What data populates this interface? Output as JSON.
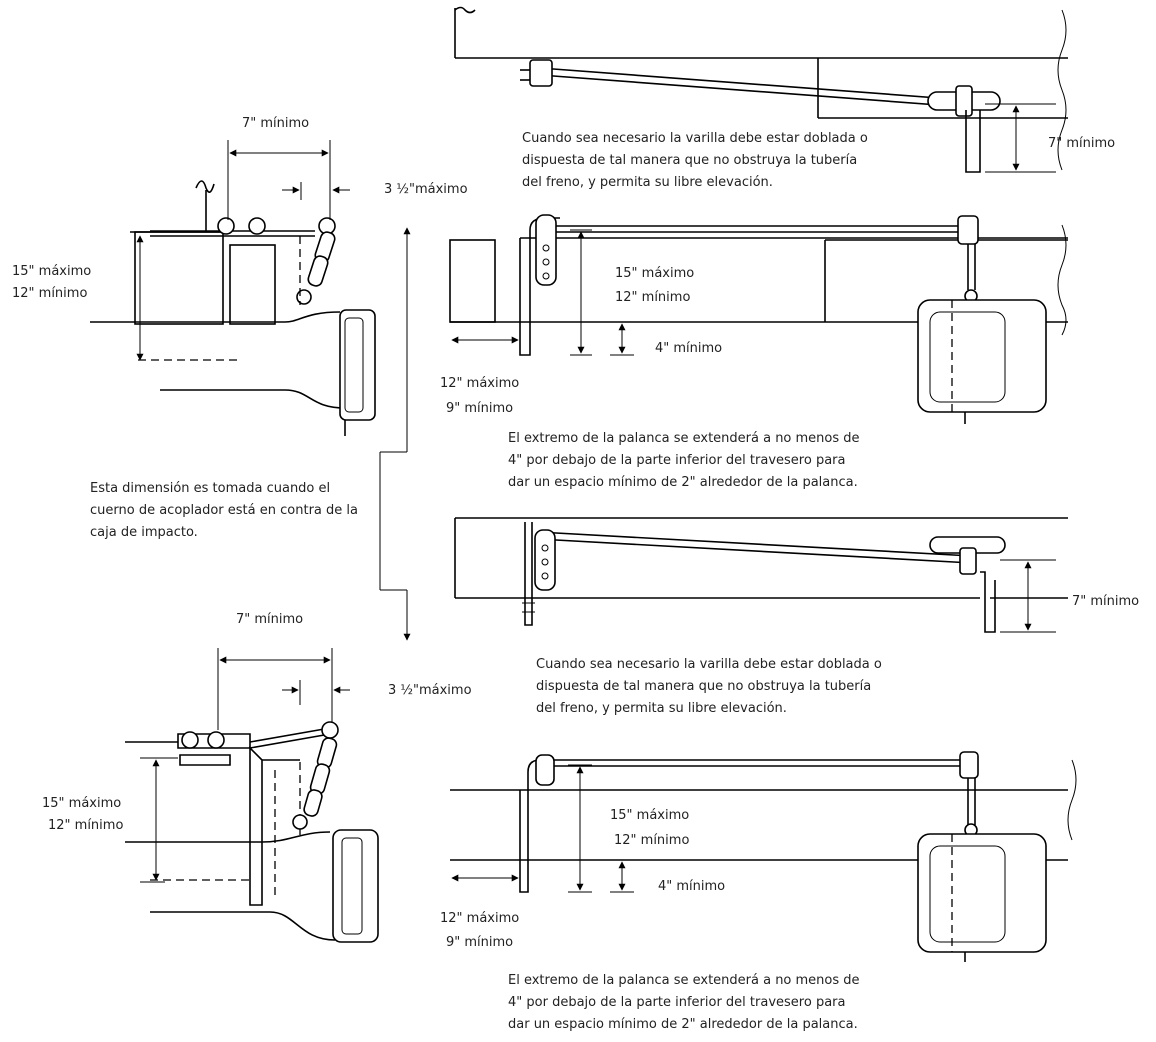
{
  "labels": {
    "top_left_width": "7\" mínimo",
    "top_left_offset": "3 ½\"máximo",
    "top_left_height_max": "15\" máximo",
    "top_left_height_min": "12\" mínimo",
    "top_right_drop": "7\" mínimo",
    "mid_right_height_max": "15\" máximo",
    "mid_right_height_min": "12\" mínimo",
    "mid_right_below": "4\" mínimo",
    "mid_right_reach_max": "12\" máximo",
    "mid_right_reach_min": "9\" mínimo",
    "lower_right_drop": "7\" mínimo",
    "bottom_left_width": "7\" mínimo",
    "bottom_left_offset": "3 ½\"máximo",
    "bottom_left_height_max": "15\" máximo",
    "bottom_left_height_min": "12\" mínimo",
    "bottom_right_height_max": "15\" máximo",
    "bottom_right_height_min": "12\" mínimo",
    "bottom_right_below": "4\" mínimo",
    "bottom_right_reach_max": "12\" máximo",
    "bottom_right_reach_min": "9\" mínimo"
  },
  "notes": {
    "rod_note_1": [
      "Cuando sea necesario la varilla debe estar doblada o",
      "dispuesta de tal manera que no  obstruya la tubería",
      "del freno, y  permita su libre elevación."
    ],
    "lever_note_1": [
      "El extremo de la palanca se extenderá a  no menos de",
      "4\" por debajo de la parte inferior del travesero  para",
      "dar un espacio mínimo de 2\" alrededor de la palanca."
    ],
    "dimension_note": [
      "Esta  dimensión  es  tomada  cuando  el",
      "cuerno de acoplador está en contra de la",
      "caja de impacto."
    ],
    "rod_note_2": [
      "Cuando sea necesario la varilla debe estar doblada o",
      "dispuesta de tal manera que no  obstruya la tubería",
      "del freno, y  permita su libre elevación."
    ],
    "lever_note_2": [
      "El extremo de la palanca se extenderá a  no menos de",
      "4\" por debajo de la parte inferior del travesero  para",
      "dar un espacio mínimo de 2\" alrededor de la palanca."
    ]
  }
}
